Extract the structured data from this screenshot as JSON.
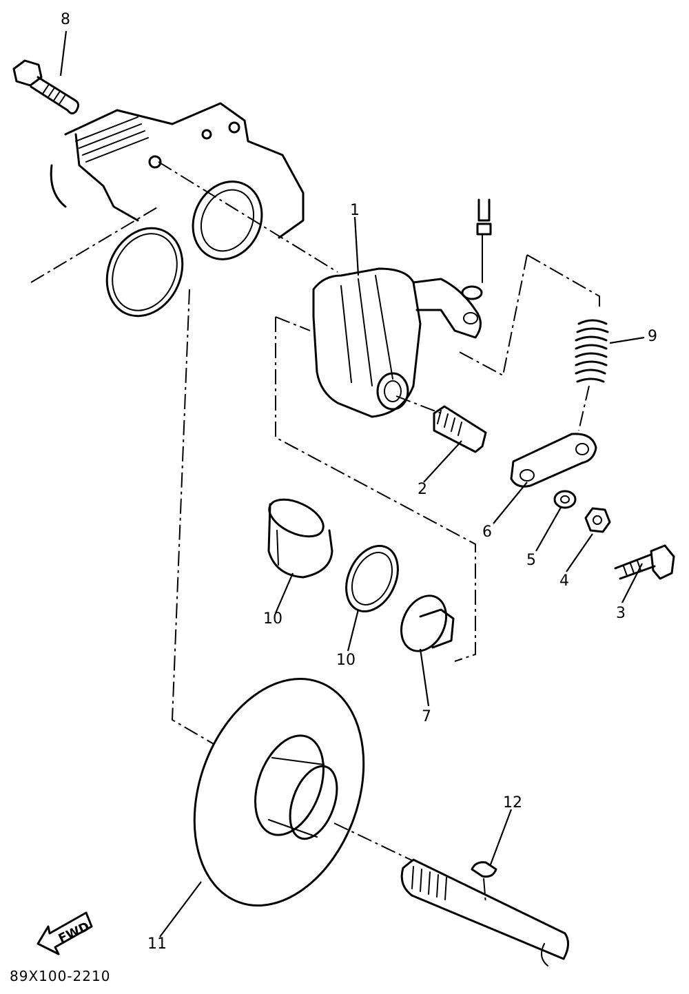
{
  "diagram": {
    "callouts": [
      {
        "id": "c8",
        "text": "8"
      },
      {
        "id": "c1",
        "text": "1"
      },
      {
        "id": "c9",
        "text": "9"
      },
      {
        "id": "c2",
        "text": "2"
      },
      {
        "id": "c6",
        "text": "6"
      },
      {
        "id": "c5",
        "text": "5"
      },
      {
        "id": "c4",
        "text": "4"
      },
      {
        "id": "c3",
        "text": "3"
      },
      {
        "id": "c10a",
        "text": "10"
      },
      {
        "id": "c10b",
        "text": "10"
      },
      {
        "id": "c7",
        "text": "7"
      },
      {
        "id": "c12",
        "text": "12"
      },
      {
        "id": "c11",
        "text": "11"
      }
    ],
    "fwd_label": "FWD",
    "drawing_code": "89X100-2210"
  }
}
